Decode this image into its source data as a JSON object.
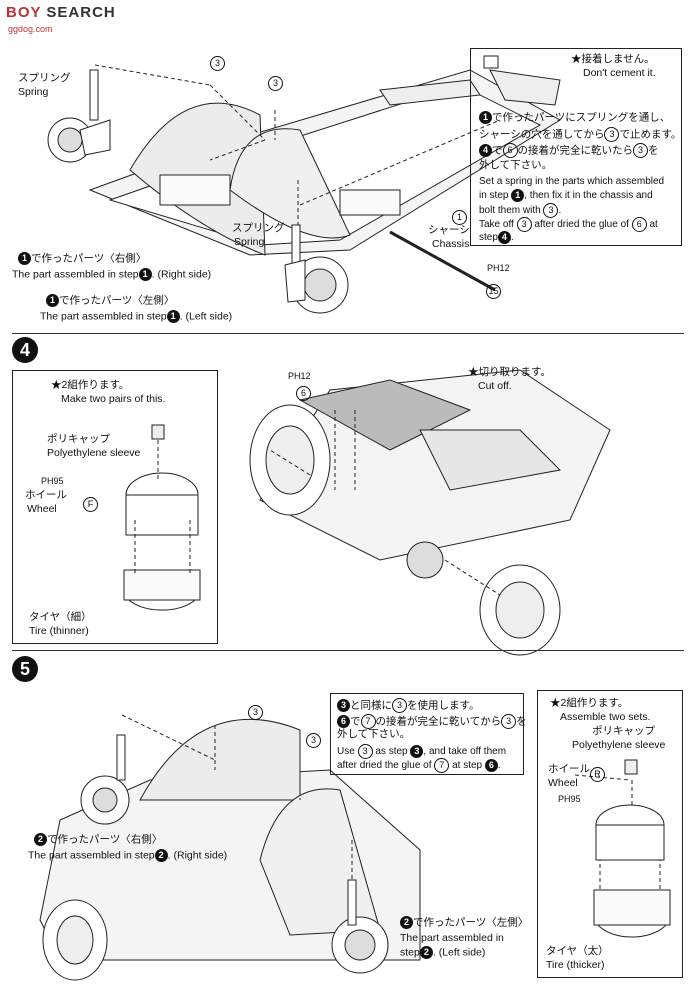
{
  "watermark": {
    "brand": "BOY",
    "suffix": "SEARCH",
    "url": "ggdog.com"
  },
  "step3": {
    "parts": {
      "p3a": "3",
      "p3b": "3",
      "p1": "1",
      "p15": "15",
      "ph12": "PH12"
    },
    "spring_left_jp": "スプリング",
    "spring_left_en": "Spring",
    "spring_mid_jp": "スプリング",
    "spring_mid_en": "Spring",
    "chassis_jp": "シャーシ",
    "chassis_en": "Chassis",
    "right_part_jp": "で作ったパーツ〈右側〉",
    "right_part_en_a": "The part assembled in step",
    "right_part_en_b": ". (Right side)",
    "left_part_jp": "で作ったパーツ〈左側〉",
    "left_part_en_a": "The part assembled in step",
    "left_part_en_b": ". (Left side)",
    "note": {
      "star_jp": "★接着しません。",
      "star_en": "Don't cement it.",
      "l1": "で作ったパーツにスプリングを通し、",
      "l2": "シャーシの穴を通してから",
      "l2b": "で止めます。",
      "l3a": "で",
      "l3b": "の接着が完全に乾いたら",
      "l4": "外して下さい。",
      "e1": "Set a spring in the parts which assembled",
      "e2a": "in step",
      "e2b": ", then fix it in the chassis and",
      "e3": "bolt them with",
      "e4a": "Take off",
      "e4b": "after dried the glue of",
      "e4c": "at",
      "e5": "step"
    }
  },
  "step4": {
    "number": "4",
    "inset_star_jp": "★2組作ります。",
    "inset_star_en": "Make two pairs of this.",
    "sleeve_jp": "ポリキャップ",
    "sleeve_en": "Polyethylene sleeve",
    "ph95": "PH95",
    "wheel_jp": "ホイール",
    "wheel_en": "Wheel",
    "wheel_code": "F",
    "tire_jp": "タイヤ（細）",
    "tire_en": "Tire (thinner)",
    "ph12": "PH12",
    "part6": "6",
    "cut_jp": "★切り取ります。",
    "cut_en": "Cut off."
  },
  "step5": {
    "number": "5",
    "p3a": "3",
    "p3b": "3",
    "note_l1a": "と同様に",
    "note_l1b": "を使用します。",
    "note_l2a": "で",
    "note_l2b": "の接着が完全に乾いてから",
    "note_l2c": "を",
    "note_l3": "外して下さい。",
    "note_e1a": "Use",
    "note_e1b": "as step",
    "note_e1c": ", and take off them",
    "note_e2a": "after dried the glue of",
    "note_e2b": "at step",
    "right_jp": "で作ったパーツ〈右側〉",
    "right_en_a": "The part assembled in step",
    "right_en_b": ". (Right side)",
    "left_jp": "で作ったパーツ〈左側〉",
    "left_en_a": "The part assembled in",
    "left_en_b": "step",
    "left_en_c": ". (Left side)",
    "inset_star_jp": "★2組作ります。",
    "inset_star_en": "Assemble two sets.",
    "sleeve_jp": "ポリキャップ",
    "sleeve_en": "Polyethylene sleeve",
    "wheel_jp": "ホイール",
    "wheel_en": "Wheel",
    "wheel_code": "R",
    "ph95": "PH95",
    "tire_jp": "タイヤ（太）",
    "tire_en": "Tire (thicker)"
  },
  "colors": {
    "ink": "#111111",
    "paper": "#ffffff",
    "grey": "#c8c8c8"
  }
}
